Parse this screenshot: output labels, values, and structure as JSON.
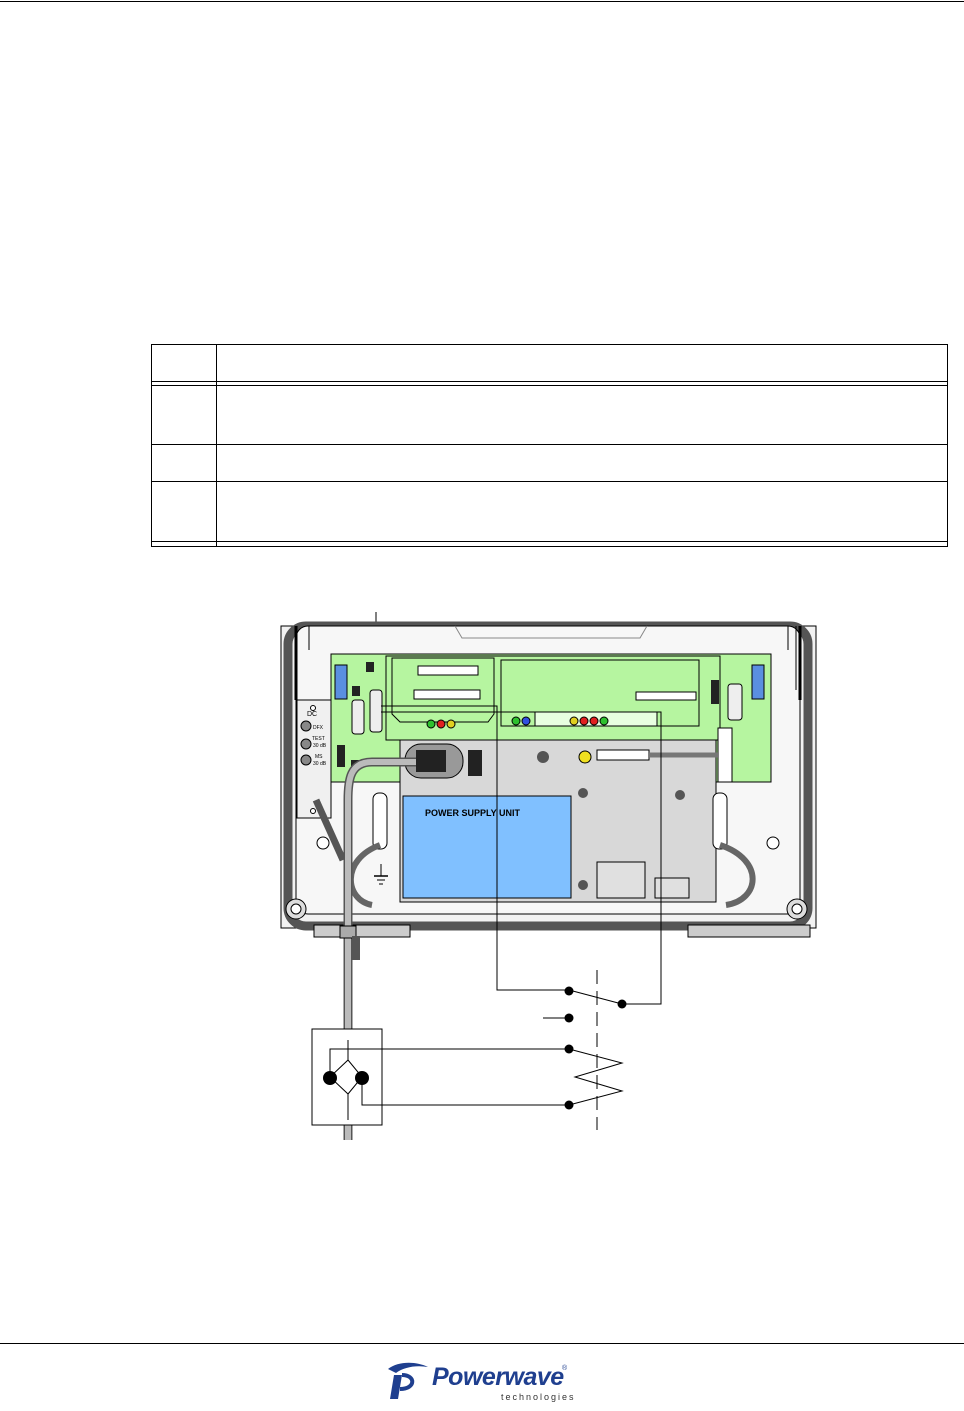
{
  "diagram": {
    "psu_label": "POWER SUPPLY UNIT",
    "dc_label": "DC",
    "test_label": "TEST",
    "test_db": "30 dB",
    "ms_label": "MS",
    "ms_db": "30 dB",
    "dfx_label": "DFX"
  },
  "footer": {
    "brand": "Powerwave",
    "brand_sub": "technologies",
    "reg": "®"
  },
  "colors": {
    "board": "#b6f5a0",
    "psu": "#80c0ff",
    "psu_case": "#d8d8d8",
    "brand": "#1f3f8f"
  }
}
